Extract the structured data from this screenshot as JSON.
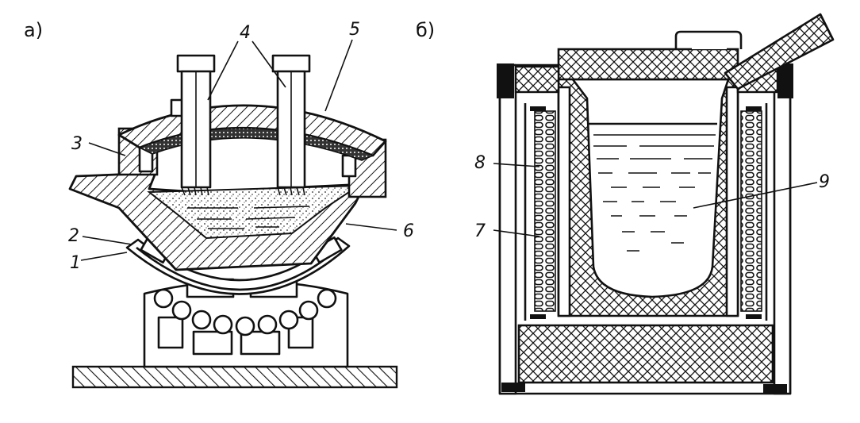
{
  "panels": [
    {
      "label": "а)"
    },
    {
      "label": "б)"
    }
  ],
  "callouts_a": [
    "1",
    "2",
    "3",
    "4",
    "5",
    "6"
  ],
  "callouts_b": [
    "7",
    "8",
    "9"
  ]
}
